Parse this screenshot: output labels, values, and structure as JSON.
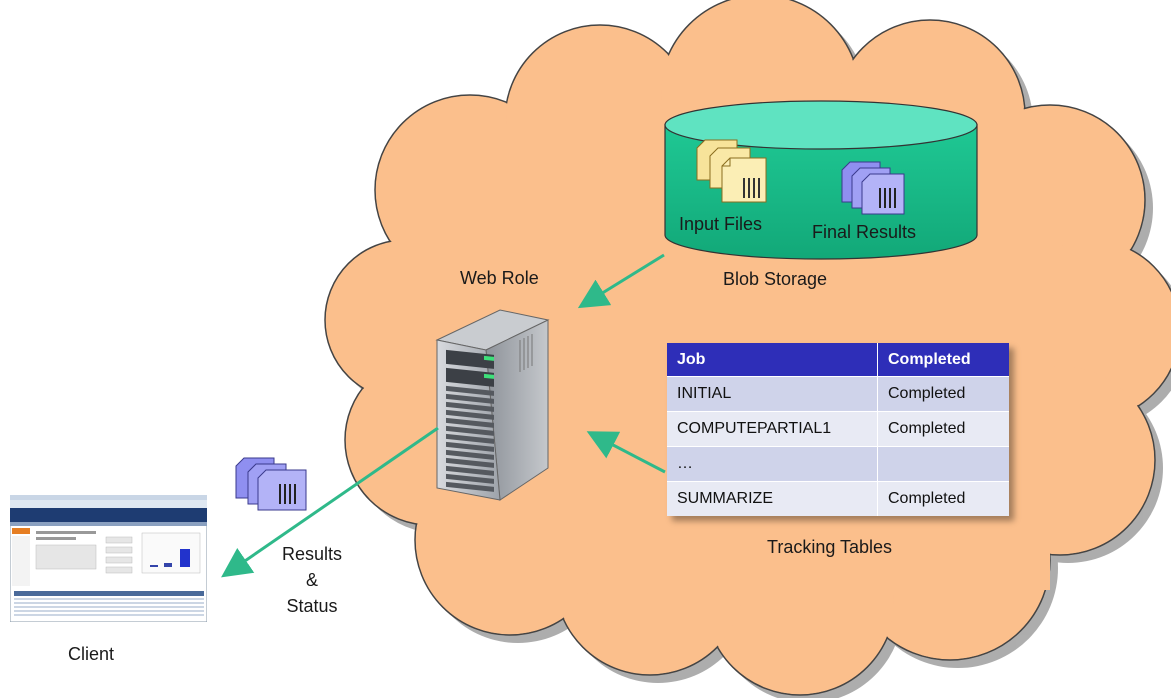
{
  "labels": {
    "web_role": "Web Role",
    "blob_storage": "Blob Storage",
    "tracking_tables": "Tracking Tables",
    "input_files": "Input Files",
    "final_results": "Final Results",
    "results_line1": "Results",
    "results_line2": "&",
    "results_line3": "Status",
    "client": "Client"
  },
  "tracking_table": {
    "headers": [
      "Job",
      "Completed"
    ],
    "rows": [
      [
        "INITIAL",
        "Completed"
      ],
      [
        "COMPUTEPARTIAL1",
        "Completed"
      ],
      [
        "…",
        ""
      ],
      [
        "SUMMARIZE",
        "Completed"
      ]
    ]
  },
  "colors": {
    "cloud_fill": "#fbbf8c",
    "storage_fill": "#27cfa0",
    "table_header": "#2e2eb8",
    "arrow": "#2fb98a"
  },
  "icons": [
    "cloud-shape",
    "storage-cylinder-icon",
    "input-files-icon",
    "final-results-icon",
    "server-icon",
    "results-files-icon",
    "client-screenshot"
  ]
}
